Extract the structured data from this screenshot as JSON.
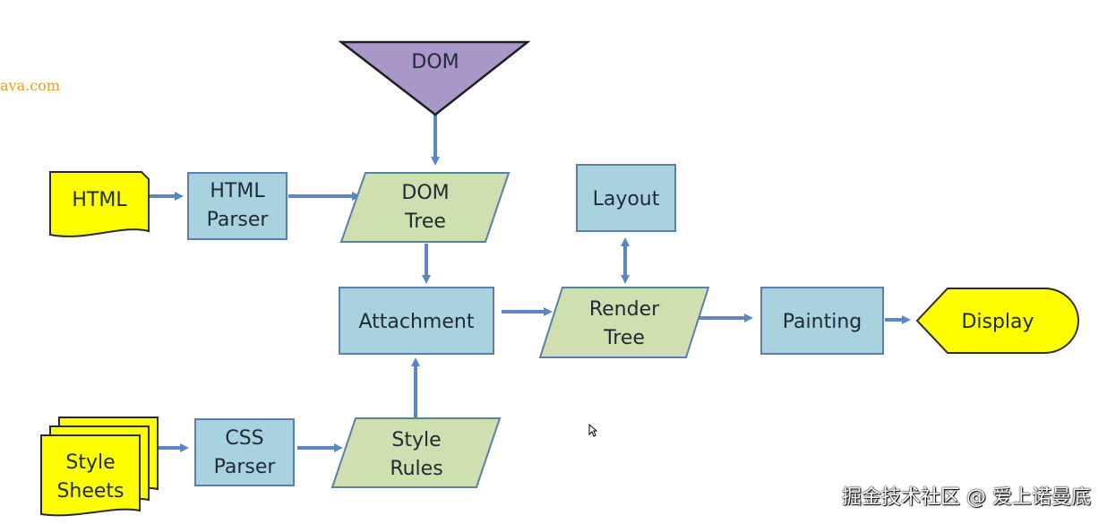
{
  "corner_text": "ava.com",
  "watermark": "掘金技术社区 @ 爱上诺曼底",
  "nodes": {
    "dom": {
      "lines": [
        "DOM"
      ]
    },
    "html": {
      "lines": [
        "HTML"
      ]
    },
    "html_parser": {
      "lines": [
        "HTML",
        "Parser"
      ]
    },
    "dom_tree": {
      "lines": [
        "DOM",
        "Tree"
      ]
    },
    "layout": {
      "lines": [
        "Layout"
      ]
    },
    "attachment": {
      "lines": [
        "Attachment"
      ]
    },
    "render_tree": {
      "lines": [
        "Render",
        "Tree"
      ]
    },
    "painting": {
      "lines": [
        "Painting"
      ]
    },
    "display": {
      "lines": [
        "Display"
      ]
    },
    "style_sheets": {
      "lines": [
        "Style",
        "Sheets"
      ]
    },
    "css_parser": {
      "lines": [
        "CSS",
        "Parser"
      ]
    },
    "style_rules": {
      "lines": [
        "Style",
        "Rules"
      ]
    }
  },
  "colors": {
    "process_fill": "#a9d2df",
    "process_stroke": "#5a7fa8",
    "data_fill": "#cfdfb0",
    "data_stroke": "#5a7fa8",
    "doc_fill": "#ffff00",
    "doc_stroke": "#2a2a2a",
    "dom_fill": "#a897c8",
    "dom_stroke": "#1e1e1e",
    "arrow": "#5b86c5"
  }
}
